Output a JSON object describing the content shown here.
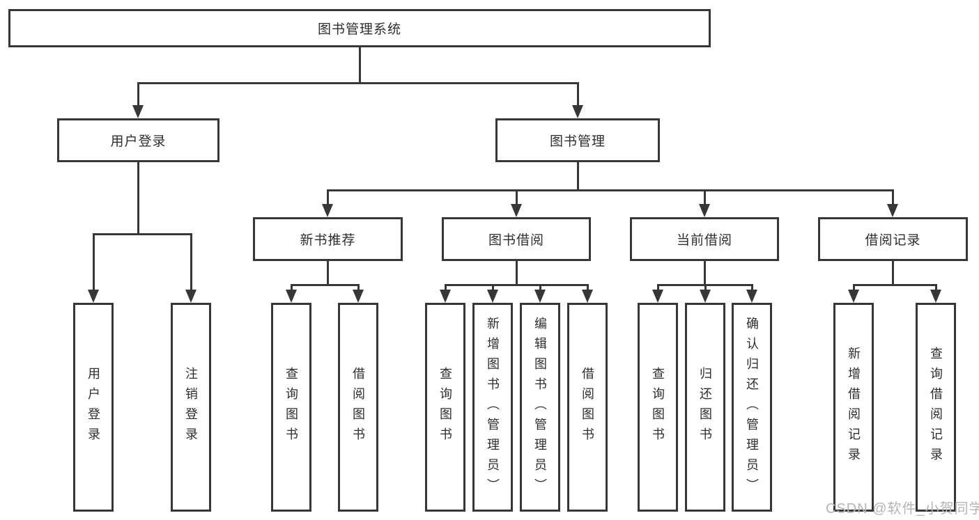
{
  "diagram": {
    "title": "图书管理系统",
    "root": {
      "label": "图书管理系统"
    },
    "branches": [
      {
        "label": "用户登录",
        "leaves": [
          "用户登录",
          "注销登录"
        ]
      },
      {
        "label": "图书管理",
        "groups": [
          {
            "label": "新书推荐",
            "leaves": [
              "查询图书",
              "借阅图书"
            ]
          },
          {
            "label": "图书借阅",
            "leaves": [
              "查询图书",
              "新增图书（管理员）",
              "编辑图书（管理员）",
              "借阅图书"
            ]
          },
          {
            "label": "当前借阅",
            "leaves": [
              "查询图书",
              "归还图书",
              "确认归还（管理员）"
            ]
          },
          {
            "label": "借阅记录",
            "leaves": [
              "新增借阅记录",
              "查询借阅记录"
            ]
          }
        ]
      }
    ]
  },
  "watermark": {
    "text": "CSDN @软件_小贺同学"
  },
  "colors": {
    "line": "#373737",
    "text": "#2e2e2e",
    "background": "#ffffff",
    "watermark": "#b5b5b5"
  }
}
